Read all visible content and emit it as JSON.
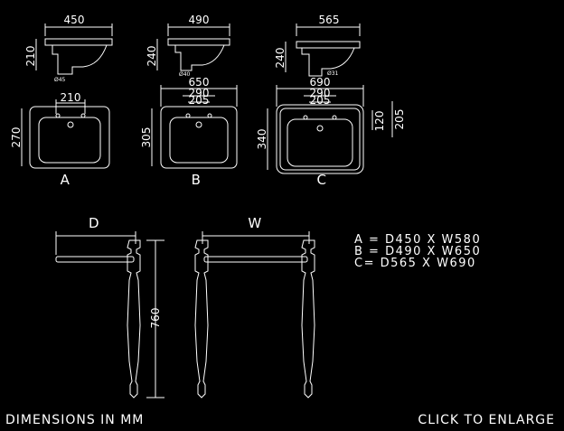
{
  "basins": [
    {
      "label": "A",
      "top_width": "450",
      "side_height": "210",
      "front_width": "210",
      "front_depth": "270",
      "waste": "Ø45"
    },
    {
      "label": "B",
      "top_width": "490",
      "side_height": "240",
      "overall_width": "650",
      "front_width1": "290",
      "front_width2": "205",
      "front_depth": "305",
      "waste": "Ø40"
    },
    {
      "label": "C",
      "top_width": "565",
      "side_height": "240",
      "overall_width": "690",
      "front_width1": "290",
      "front_width2": "205",
      "front_depth": "340",
      "side_dim1": "120",
      "side_dim2": "205",
      "waste": "Ø31"
    }
  ],
  "stand": {
    "depth_label": "D",
    "width_label": "W",
    "height": "760"
  },
  "sizes": [
    "A = D450 X W580",
    "B = D490 X W650",
    "C= D565 X W690"
  ],
  "footer": {
    "left": "DIMENSIONS IN MM",
    "right": "CLICK TO ENLARGE"
  },
  "colors": {
    "background": "#000000",
    "line": "#ffffff"
  }
}
